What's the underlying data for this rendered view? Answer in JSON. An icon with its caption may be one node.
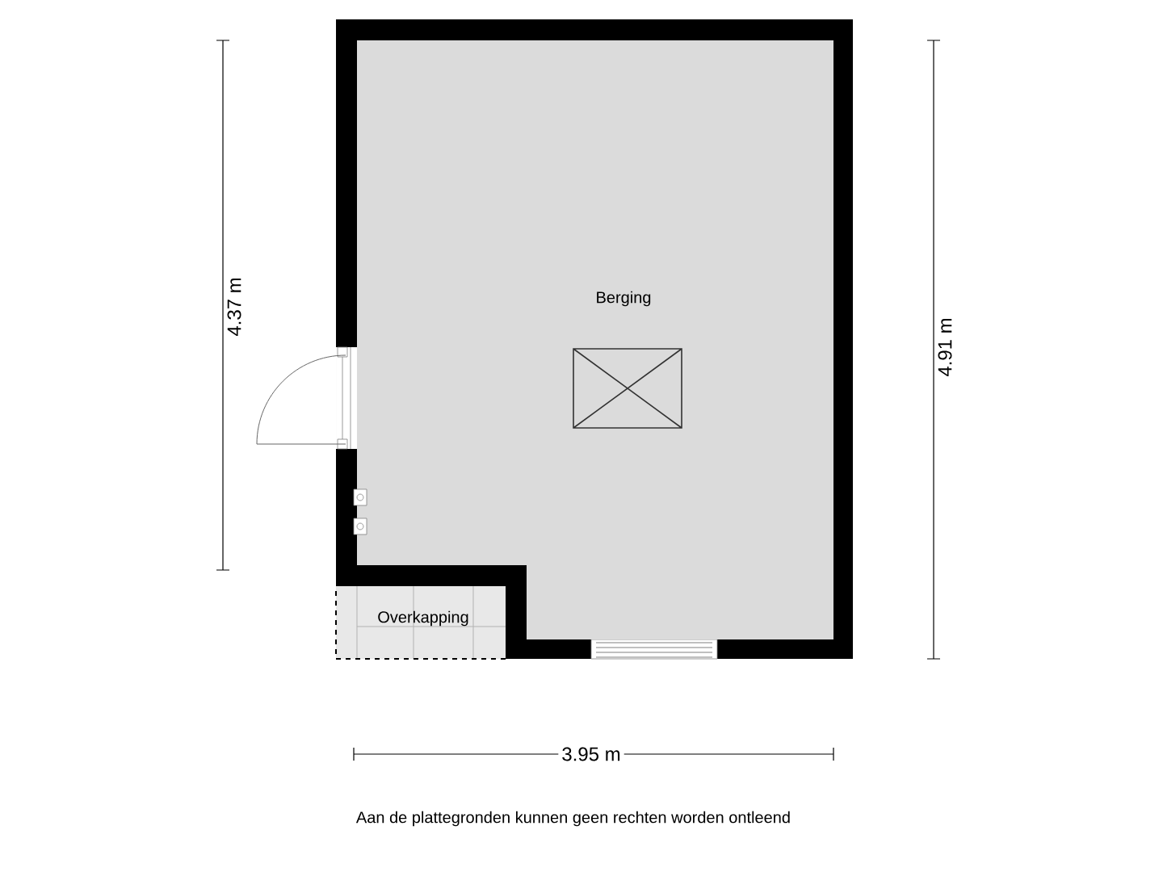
{
  "diagram": {
    "caption": "Aan de plattegronden kunnen geen rechten worden ontleend",
    "nodes": [
      {
        "text": [
          "Berging"
        ]
      },
      {
        "text": [
          "Overkapping"
        ]
      }
    ],
    "labels": [
      "4.37 m",
      "4.91 m",
      "3.95 m"
    ]
  }
}
